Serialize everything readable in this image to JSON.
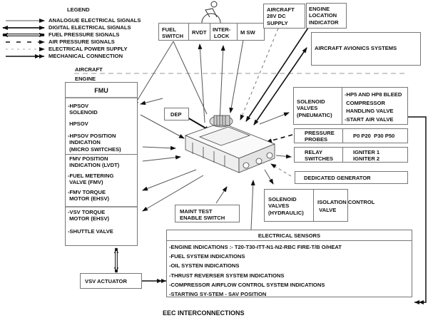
{
  "legend": {
    "title": "LEGEND",
    "items": [
      {
        "label": "ANALOGUE ELECTRICAL SIGNALS",
        "style": "thin-grey-single-arrow"
      },
      {
        "label": "DIGITAL ELECTRICAL SIGNALS",
        "style": "thick-double-arrow"
      },
      {
        "label": "FUEL PRESSURE SIGNALS",
        "style": "hollow-double-arrow"
      },
      {
        "label": "AIR PRESSURE SIGNALS",
        "style": "long-dash-arrow"
      },
      {
        "label": "ELECTRICAL POWER SUPPLY",
        "style": "short-dash-arrow"
      },
      {
        "label": "MECHANICAL CONNECTION",
        "style": "double-head-arrow"
      }
    ]
  },
  "zones": {
    "aircraft": "AIRCRAFT",
    "engine": "ENGINE"
  },
  "cockpit_panel": {
    "cells": [
      "FUEL\nSWITCH",
      "RVDT",
      "INTER-\nLOCK",
      "M SW"
    ],
    "lever_icon": "throttle-lever-icon"
  },
  "aircraft_boxes": {
    "power_supply": [
      "AIRCRAFT",
      "28V DC",
      "SUPPLY"
    ],
    "location_indicator": [
      "ENGINE",
      "LOCATION",
      "INDICATOR"
    ],
    "avionics": "AIRCRAFT AVIONICS SYSTEMS"
  },
  "fmu": {
    "title": "FMU",
    "items": [
      [
        "-HPSOV",
        " SOLENOID"
      ],
      [
        " HPSOV"
      ],
      [
        "-HPSOV POSITION",
        " INDICATION",
        " (MICRO SWITCHES)"
      ],
      [
        " FMV POSITION",
        " INDICATION (LVDT)"
      ],
      [
        "-FUEL METERING",
        " VALVE (FMV)"
      ],
      [
        "-FMV TORQUE",
        " MOTOR (EHSV)"
      ],
      [
        "-VSV TORQUE",
        " MOTOR (EHSV)"
      ],
      [
        "-SHUTTLE VALVE"
      ]
    ]
  },
  "dep": "DEP",
  "central_unit_icon": "eec-unit-icon",
  "maint_switch": [
    "MAINT TEST",
    "ENABLE SWITCH"
  ],
  "right_boxes": {
    "pneumatic": {
      "label": [
        "SOLENOID",
        "VALVES",
        "(PNEUMATIC)"
      ],
      "items": [
        "-HP5 AND HP8 BLEED",
        " COMPRESSOR",
        " HANDLING VALVE",
        "-START AIR VALVE"
      ]
    },
    "pressure_probes": {
      "label": [
        "PRESSURE",
        "PROBES"
      ],
      "value": "P0 P20  P30 P50"
    },
    "relay_switches": {
      "label": [
        "RELAY",
        "SWITCHES"
      ],
      "items": [
        "IGNITER 1",
        "IGNITER 2"
      ]
    },
    "generator": "DEDICATED GENERATOR",
    "hydraulic": {
      "label": [
        "SOLENOID",
        "VALVES",
        "(HYDRAULIC)"
      ],
      "items": [
        "ISOLATION CONTROL",
        " VALVE"
      ]
    }
  },
  "sensors": {
    "title": "ELECTRICAL SENSORS",
    "items": [
      "-ENGINE INDICATIONS :- T20-T30-ITT-N1-N2-RBC FIRE-T/B O/HEAT",
      "-FUEL SYSTEM INDICATIONS",
      "-OIL SYSTEN INDICATIONS",
      "-THRUST REVERSER SYSTEM INDICATIONS",
      "-COMPRESSOR AIRFLOW CONTROL SYSTEM INDICATIONS",
      "-STARTING SY-STEM - SAV POSITION"
    ]
  },
  "vsv_actuator": "VSV ACTUATOR",
  "caption": "EEC INTERCONNECTIONS"
}
